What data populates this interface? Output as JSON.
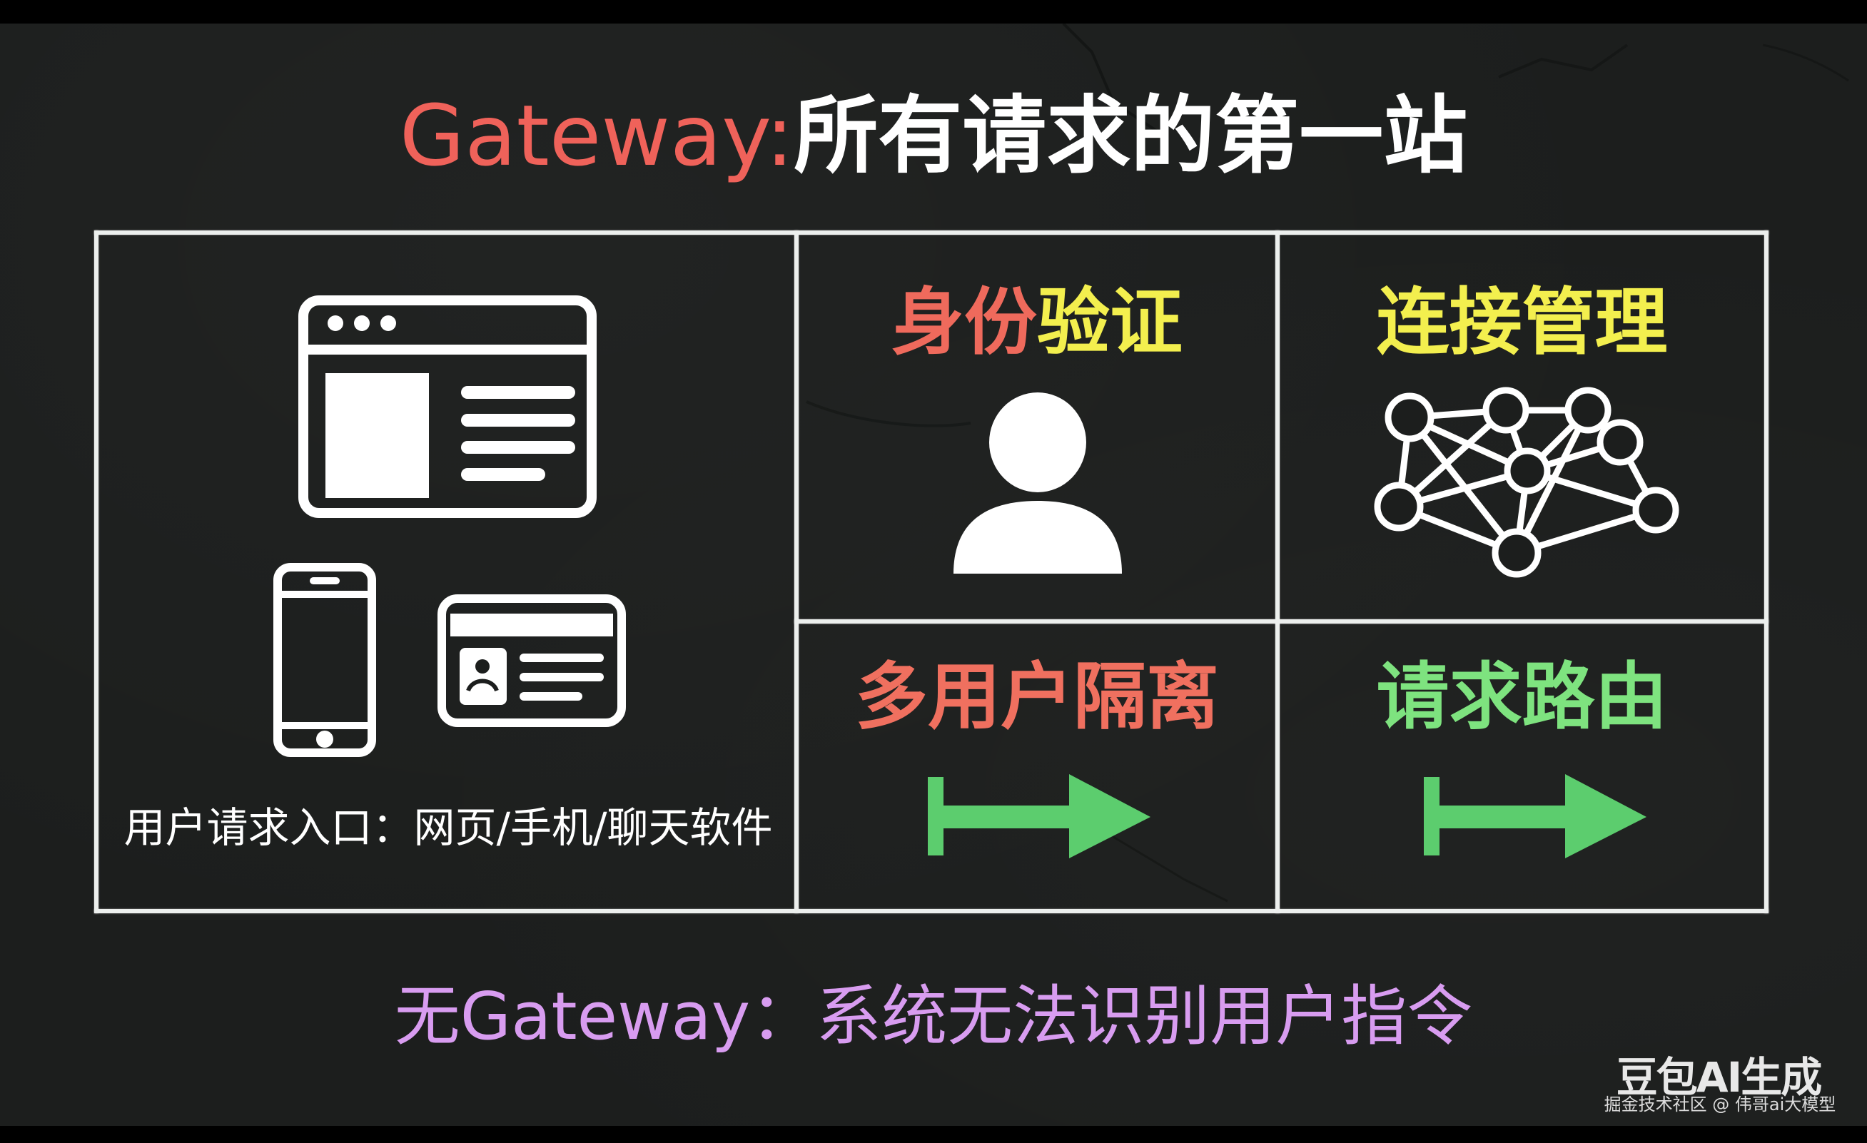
{
  "slide": {
    "title": {
      "keyword": "Gateway:",
      "text": "所有请求的第一站"
    },
    "left_panel": {
      "icons": [
        "browser-window-icon",
        "smartphone-icon",
        "id-card-icon"
      ],
      "caption": "用户请求入口：网页/手机/聊天软件"
    },
    "cells": [
      {
        "id": "identity-verification",
        "label_parts": [
          {
            "text": "身份",
            "color": "#ef6a5c"
          },
          {
            "text": "验证",
            "color": "#f3ef4e"
          }
        ],
        "icon": "user-silhouette-icon"
      },
      {
        "id": "connection-management",
        "label_parts": [
          {
            "text": "连接管理",
            "color": "#f3ef4e"
          }
        ],
        "icon": "network-graph-icon"
      },
      {
        "id": "multi-user-isolation",
        "label_parts": [
          {
            "text": "多用户隔离",
            "color": "#f0705f"
          }
        ],
        "icon": "arrow-right-icon",
        "icon_color": "#5ccd6e"
      },
      {
        "id": "request-routing",
        "label_parts": [
          {
            "text": "请求路由",
            "color": "#7ee37f"
          }
        ],
        "icon": "arrow-right-icon",
        "icon_color": "#5ccd6e"
      }
    ],
    "footer": "无Gateway：系统无法识别用户指令"
  },
  "watermark": {
    "main": "豆包AI生成",
    "sub": "掘金技术社区 @ 伟哥ai大模型"
  },
  "colors": {
    "background": "#1c1e1d",
    "title_keyword": "#ef625a",
    "footer": "#d89cf0",
    "line": "#ecefed"
  }
}
